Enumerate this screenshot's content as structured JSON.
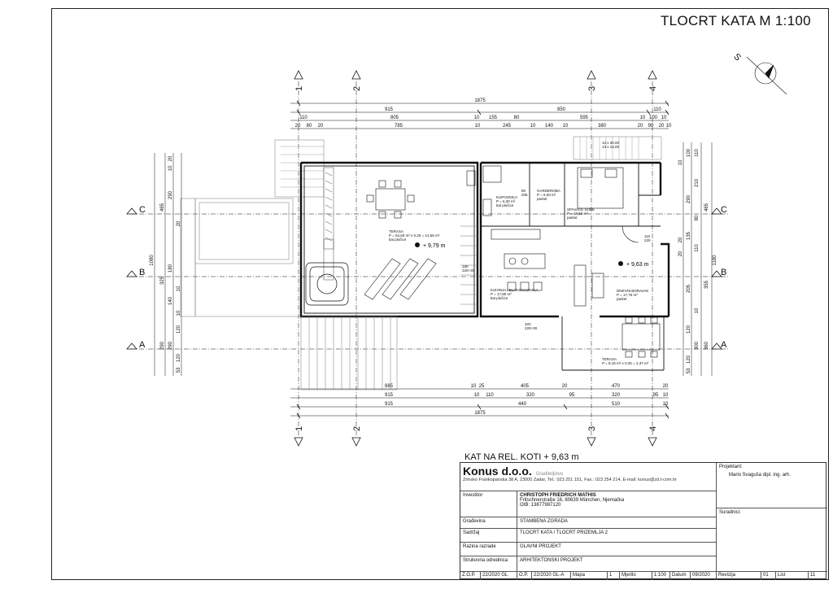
{
  "sheet": {
    "title": "TLOCRT KATA  M 1:100",
    "level_caption": "KAT NA REL. KOTI + 9,63 m"
  },
  "axes": {
    "numbers": [
      "1",
      "2",
      "3",
      "4"
    ],
    "letters": [
      "A",
      "B",
      "C"
    ]
  },
  "dims": {
    "top_total": "1875",
    "top_row2": [
      "915",
      "850",
      "110"
    ],
    "top_row3": [
      "110",
      "805",
      "10",
      "155",
      "80",
      "595",
      "10",
      "100",
      "10"
    ],
    "top_row4": [
      "20",
      "80",
      "20",
      "785",
      "10",
      "245",
      "10",
      "140",
      "10",
      "380",
      "20",
      "90",
      "20",
      "10"
    ],
    "bottom_row1": [
      "885",
      "10",
      "25",
      "405",
      "20",
      "470",
      "20"
    ],
    "bottom_row2": [
      "915",
      "10",
      "110",
      "320",
      "95",
      "320",
      "95",
      "10"
    ],
    "bottom_row3": [
      "915",
      "440",
      "510",
      "10"
    ],
    "bottom_total": "1875",
    "left_outer": "1080",
    "left_groups": [
      "465",
      "325",
      "290"
    ],
    "left_inner": [
      "20",
      "10",
      "290",
      "20",
      "180",
      "10",
      "140",
      "10",
      "120",
      "290",
      "120",
      "53"
    ],
    "right_outer": "1180",
    "right_groups": [
      "465",
      "355",
      "360"
    ],
    "right_inner": [
      "110",
      "100",
      "10",
      "210",
      "290",
      "80",
      "135",
      "20",
      "110",
      "20",
      "205",
      "10",
      "120",
      "300",
      "120",
      "53"
    ]
  },
  "rooms": {
    "terasa_main": {
      "name": "TERASA",
      "area": "P = 54,60 m² x 0,25 = 14,55 m²",
      "floor": "kat pločice",
      "level": "+ 9,79 m"
    },
    "kupaonica": {
      "name": "KUPAONICA",
      "area": "P = 6,30 m²",
      "floor": "kat pločice"
    },
    "garderoba": {
      "name": "GARDEROBA",
      "area": "P = 6,00 m²",
      "floor": "parket"
    },
    "spavace": {
      "name": "SPAVAĆE SOBE",
      "area": "P = 18,60 m²",
      "floor": "parket"
    },
    "kuhinja": {
      "name": "KUHINJA / BLAGOVAONICA",
      "area": "P = 17,80 m²",
      "floor": "kat pločice"
    },
    "dnevni": {
      "name": "DNEVNI BORAVAK",
      "area": "P = 17,75 m²",
      "floor": "parket"
    },
    "terasa_small": {
      "name": "TERASA",
      "area": "P = 8,16 m² x 0,25 = 2,37 m²"
    },
    "level_main": "+ 9,63 m",
    "stair_top": "12 x 30,00\n13 x 16,00",
    "tag_110": "110\n220",
    "tag_180": "180\n220+30",
    "tag_320": "320\n220+30",
    "tag_80": "80\n205"
  },
  "titleblock": {
    "company": "Konus d.o.o.",
    "company_sub": "Graditeljstvo",
    "address": "Zrinsko Frankopanska 38 A, 23000 Zadar, Tel.: 023 251 151, Fax.: 023 254 214, E-mail: konus@zd.t-com.hr",
    "projektant_label": "Projektant:",
    "projektant": "Mario Svaguša  dipl. ing. arh.",
    "investitor_label": "Investitor",
    "investitor_name": "CHRISTOPH FRIEDRICH MATHIS",
    "investitor_addr": "Fritschnerstraße 16, 80639 München, Njemačka",
    "investitor_oib": "OIB: 13877987120",
    "suradnici_label": "Suradnici:",
    "gradevina_label": "Građevina",
    "gradevina": "STAMBENA ZGRADA",
    "sadrzaj_label": "Sadržaj",
    "sadrzaj": "TLOCRT KATA / TLOCRT PRIZEMLJA 2",
    "razina_label": "Razina razrade",
    "razina": "GLAVNI PROJEKT",
    "odrednica_label": "Strukovna odrednica",
    "odrednica": "ARHITEKTONSKI PROJEKT",
    "zop_label": "Z.O.P.",
    "zop": "22/2020 GL",
    "op_label": "O.P.",
    "op": "22/2020 GL-A",
    "mapa_label": "Mapa",
    "mapa": "1",
    "mjerilo_label": "Mjerilo",
    "mjerilo": "1:100",
    "datum_label": "Datum",
    "datum": "09/2020",
    "revizija_label": "Revizija",
    "revizija": "01",
    "list_label": "List",
    "list": "11"
  }
}
